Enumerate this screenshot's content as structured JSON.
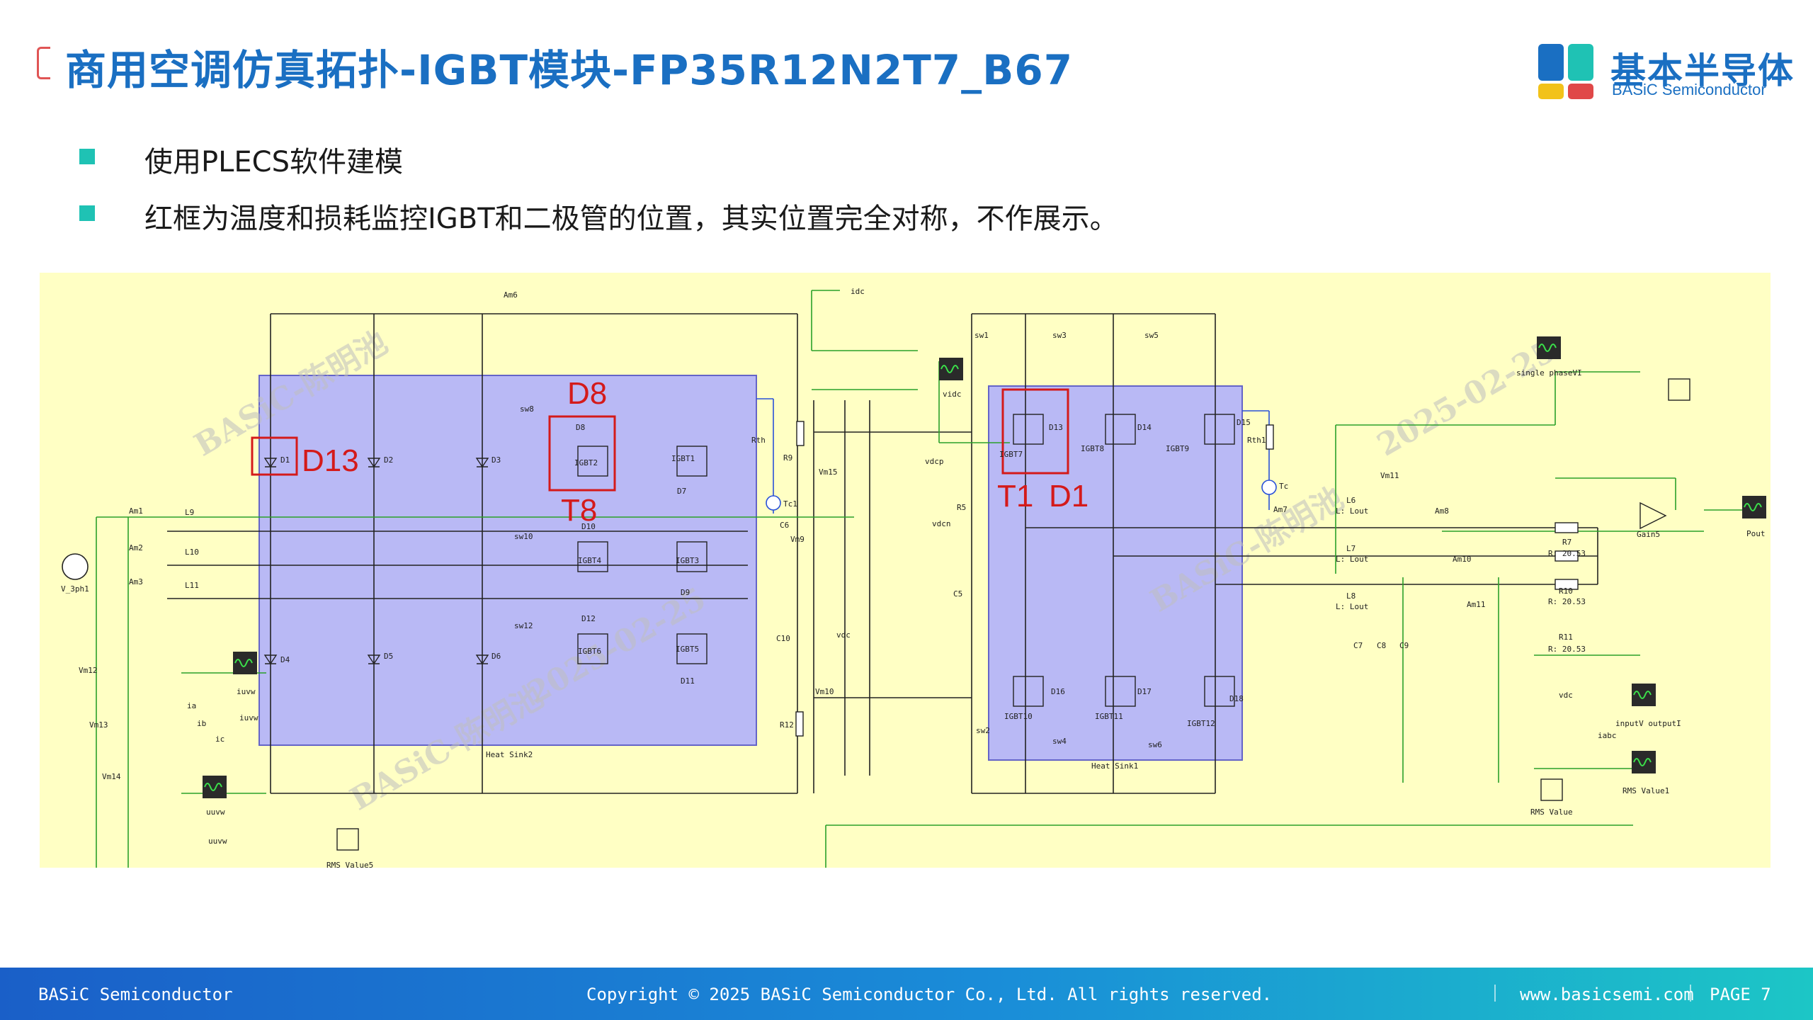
{
  "title": "商用空调仿真拓扑-IGBT模块-FP35R12N2T7_B67",
  "logo": {
    "cn": "基本半导体",
    "en": "BASiC Semiconductor"
  },
  "bullets": [
    "使用PLECS软件建模",
    "红框为温度和损耗监控IGBT和二极管的位置，其实位置完全对称，不作展示。"
  ],
  "colors": {
    "accent": "#1a6fc2",
    "bullet": "#1fc2b4",
    "highlight": "#d41a1a",
    "schematic_bg": "#ffffc4",
    "heatsink": "#b9b9f5"
  },
  "schematic": {
    "highlights": [
      "D13",
      "D8",
      "T8",
      "T1",
      "D1"
    ],
    "watermark": [
      "BASiC-陈明池",
      "2025-02-25"
    ],
    "labels": {
      "am6": "Am6",
      "idc": "idc",
      "vidc": "vidc",
      "vdcp": "vdcp",
      "vdcn": "vdcn",
      "vdc": "vdc",
      "sw1": "sw1",
      "sw3": "sw3",
      "sw5": "sw5",
      "sw8": "sw8",
      "sw10": "sw10",
      "sw12": "sw12",
      "sw2": "sw2",
      "sw4": "sw4",
      "sw6": "sw6",
      "single_phase": "single phaseVI",
      "gain": "Gain5",
      "pout": "Pout",
      "heatsink1": "Heat Sink1",
      "heatsink2": "Heat Sink2",
      "l6": "L6",
      "l7": "L7",
      "l8": "L8",
      "lout": "L: Lout",
      "r7": "R7",
      "r10": "R10",
      "r11": "R11",
      "rval": "R: 20.53",
      "rms_value": "RMS Value",
      "rms_value1": "RMS Value1",
      "rms_value5": "RMS Value5",
      "input_output": "inputV outputI",
      "iabc": "iabc",
      "iuvw": "iuvw",
      "uuvw": "uuvw",
      "v3ph": "V_3ph1",
      "d1": "D1",
      "d2": "D2",
      "d3": "D3",
      "d4": "D4",
      "d5": "D5",
      "d6": "D6",
      "igbt1": "IGBT1",
      "igbt2": "IGBT2",
      "igbt3": "IGBT3",
      "igbt4": "IGBT4",
      "igbt5": "IGBT5",
      "igbt6": "IGBT6",
      "igbt7": "IGBT7",
      "igbt8": "IGBT8",
      "igbt9": "IGBT9",
      "igbt10": "IGBT10",
      "igbt11": "IGBT11",
      "igbt12": "IGBT12",
      "d13": "D13",
      "d14": "D14",
      "d15": "D15",
      "d16": "D16",
      "d17": "D17",
      "d18": "D18",
      "d7": "D7",
      "d8": "D8",
      "d9": "D9",
      "d10": "D10",
      "d11": "D11",
      "d12": "D12",
      "am1": "Am1",
      "am2": "Am2",
      "am3": "Am3",
      "am7": "Am7",
      "am8": "Am8",
      "am10": "Am10",
      "am11": "Am11",
      "l9": "L9",
      "l10": "L10",
      "l11": "L11",
      "vm10": "Vm10",
      "vm11": "Vm11",
      "vm12": "Vm12",
      "vm13": "Vm13",
      "vm14": "Vm14",
      "vm15": "Vm15",
      "vm9": "Vm9",
      "c5": "C5",
      "c6": "C6",
      "c7": "C7",
      "c8": "C8",
      "c9": "C9",
      "c10": "C10",
      "r5": "R5",
      "r9": "R9",
      "r12": "R12",
      "rth": "Rth",
      "rth1": "Rth1",
      "tc": "Tc",
      "tc1": "Tc1",
      "ia": "ia",
      "ib": "ib",
      "ic": "ic"
    }
  },
  "footer": {
    "left": "BASiC Semiconductor",
    "center": "Copyright © 2025 BASiC Semiconductor Co., Ltd. All rights reserved.",
    "url": "www.basicsemi.com",
    "page": "PAGE 7"
  }
}
